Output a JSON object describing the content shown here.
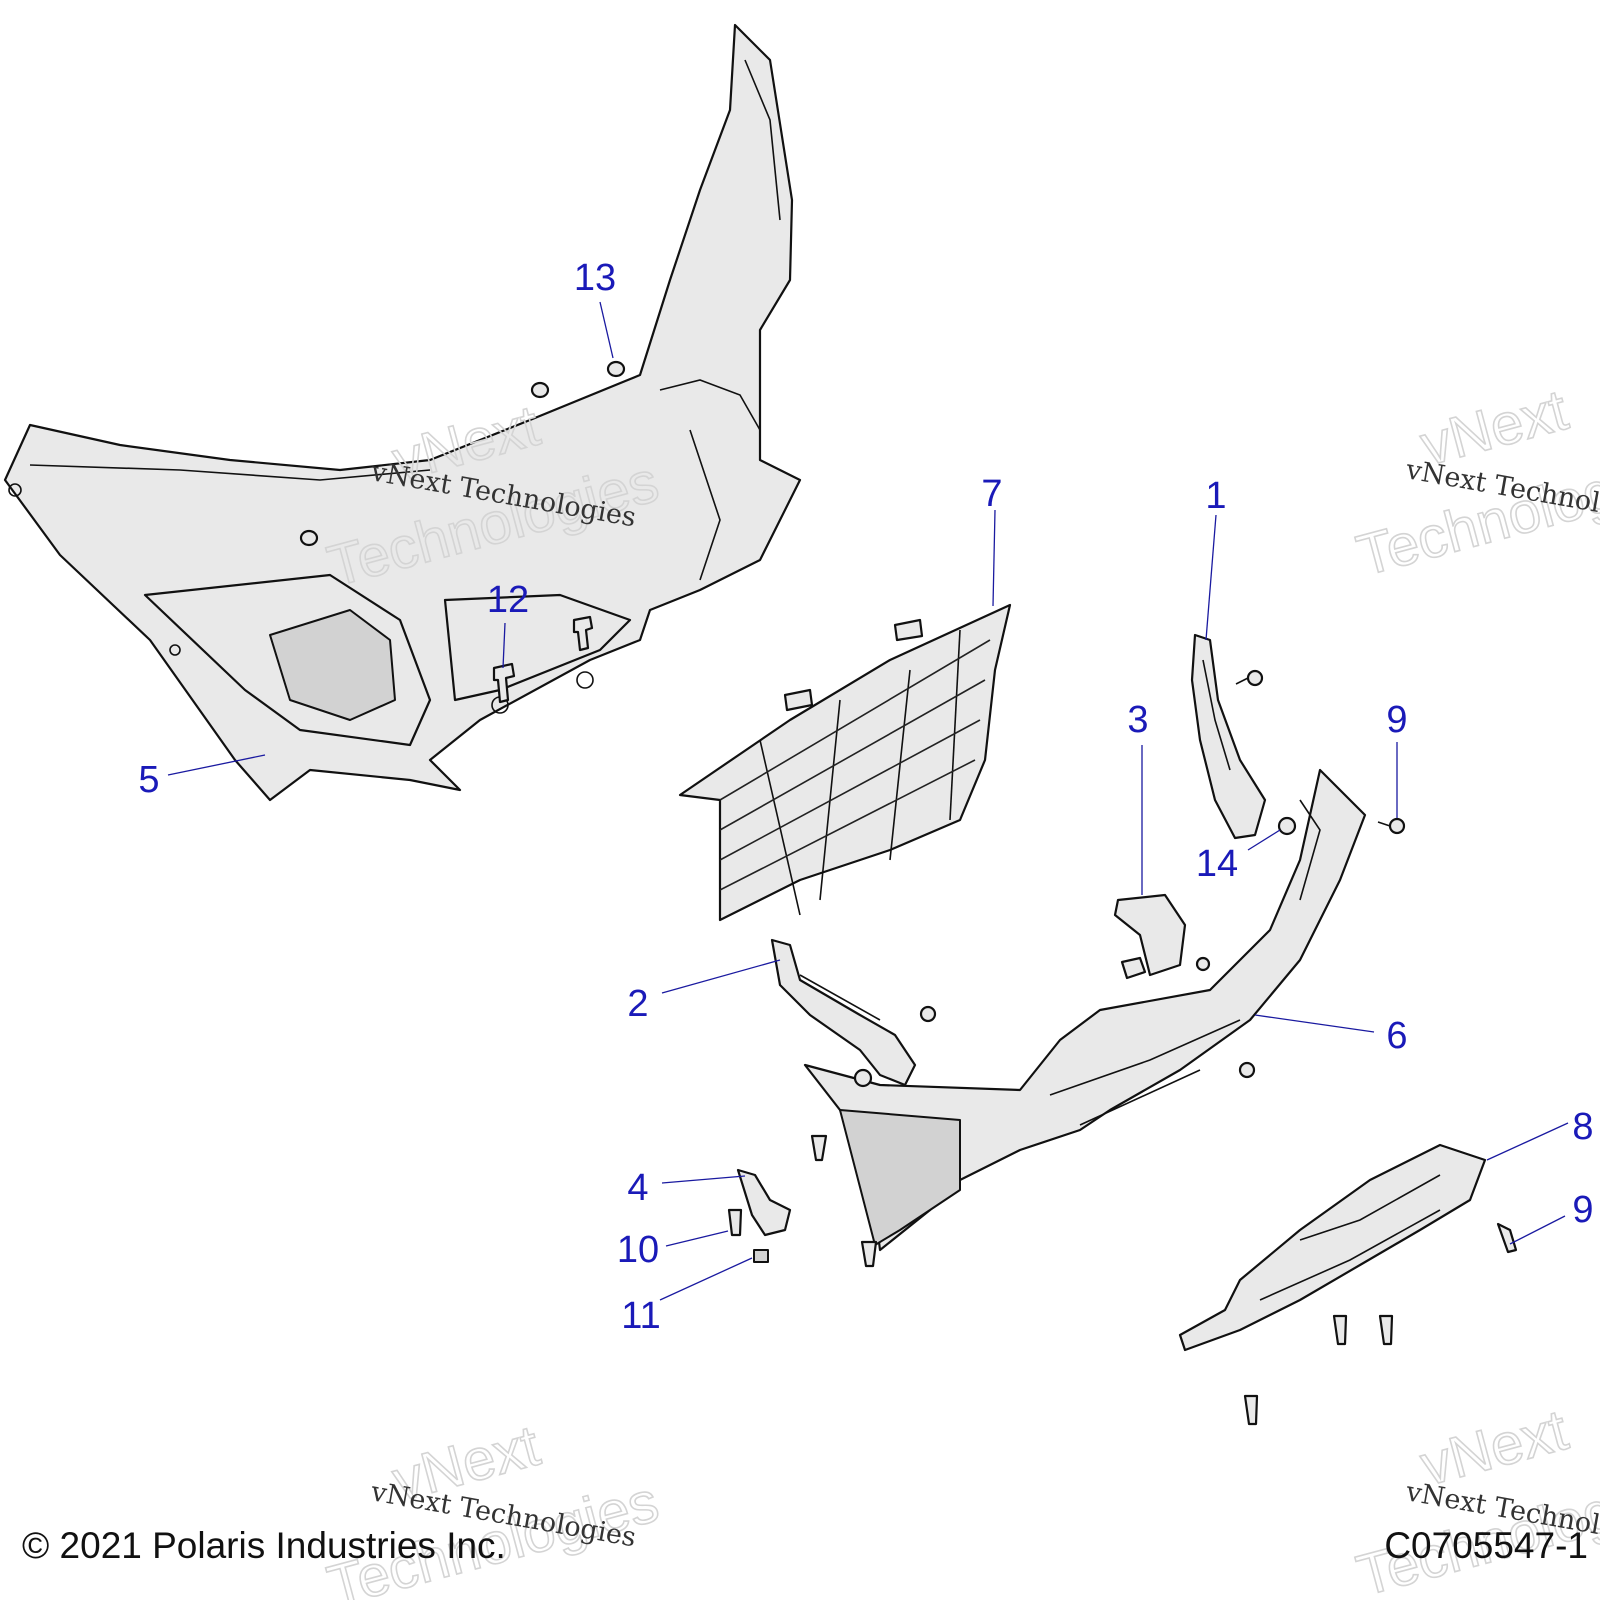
{
  "callouts": [
    "1",
    "2",
    "3",
    "4",
    "5",
    "6",
    "7",
    "8",
    "9",
    "9",
    "10",
    "11",
    "12",
    "13",
    "14"
  ],
  "watermark": {
    "line": "vNext Technologies",
    "big_top": "vNext",
    "big_bottom": "Technologies"
  },
  "footer": {
    "copyright": "© 2021 Polaris Industries Inc.",
    "figure_id": "C0705547-1"
  },
  "colors": {
    "callout": "#1a1ab8",
    "leader": "#1a1aa0",
    "part_fill": "#e9e9e9"
  }
}
